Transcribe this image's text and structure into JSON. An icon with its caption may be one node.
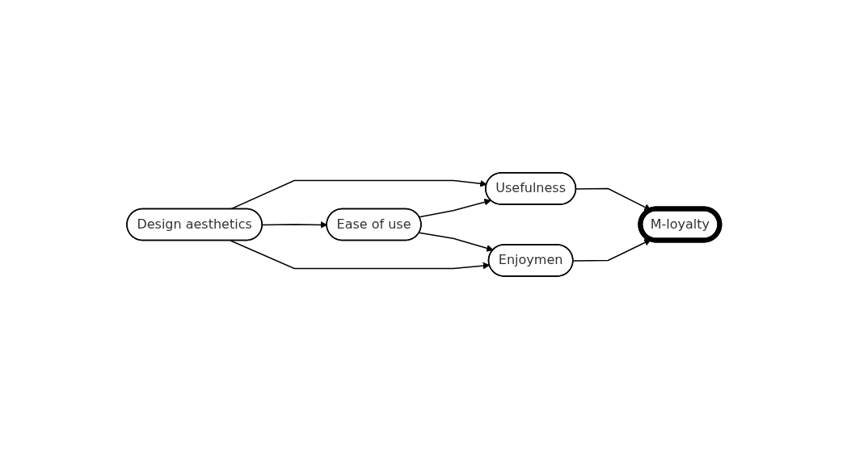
{
  "diagram": {
    "nodes": [
      {
        "text": [
          "Design aesthetics"
        ]
      },
      {
        "text": [
          "Usefulness"
        ]
      },
      {
        "text": [
          "Ease of use"
        ]
      },
      {
        "text": [
          "Enjoymen"
        ]
      },
      {
        "text": [
          "M-loyalty"
        ]
      }
    ],
    "edges": [
      {
        "from": 0,
        "to": 1,
        "arrow": "to"
      },
      {
        "from": 0,
        "to": 2,
        "arrow": "to"
      },
      {
        "from": 0,
        "to": 3,
        "arrow": "to"
      },
      {
        "from": 2,
        "to": 1,
        "arrow": "to"
      },
      {
        "from": 2,
        "to": 3,
        "arrow": "to"
      },
      {
        "from": 1,
        "to": 4,
        "arrow": "to"
      },
      {
        "from": 3,
        "to": 4,
        "arrow": "to"
      }
    ]
  }
}
